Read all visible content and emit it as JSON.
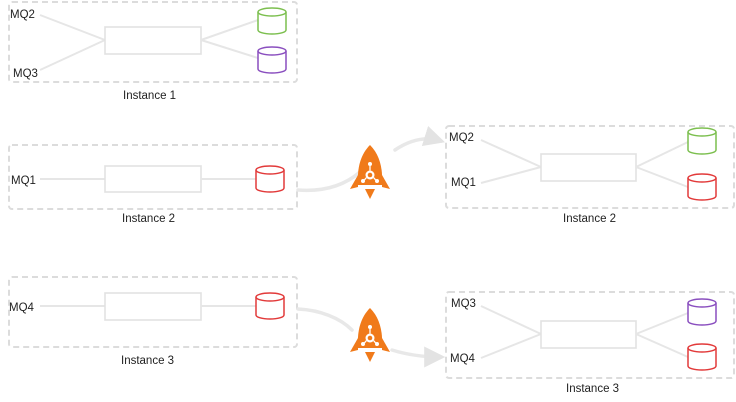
{
  "colors": {
    "green_db": "#7cbf4f",
    "purple_db": "#8a4fbf",
    "red_db": "#e23a3a",
    "rocket": "#f07a1a",
    "frame": "#dcdcdc",
    "connector": "#e6e6e6"
  },
  "icons": {
    "database": "cylinder-database-icon",
    "migration": "rocket-icon"
  },
  "instances": {
    "left_1": {
      "title": "Instance 1",
      "queues": [
        "MQ2",
        "MQ3"
      ]
    },
    "left_2": {
      "title": "Instance 2",
      "queues": [
        "MQ1"
      ]
    },
    "left_3": {
      "title": "Instance 3",
      "queues": [
        "MQ4"
      ]
    },
    "right_2": {
      "title": "Instance 2",
      "queues": [
        "MQ2",
        "MQ1"
      ]
    },
    "right_3": {
      "title": "Instance 3",
      "queues": [
        "MQ3",
        "MQ4"
      ]
    }
  }
}
